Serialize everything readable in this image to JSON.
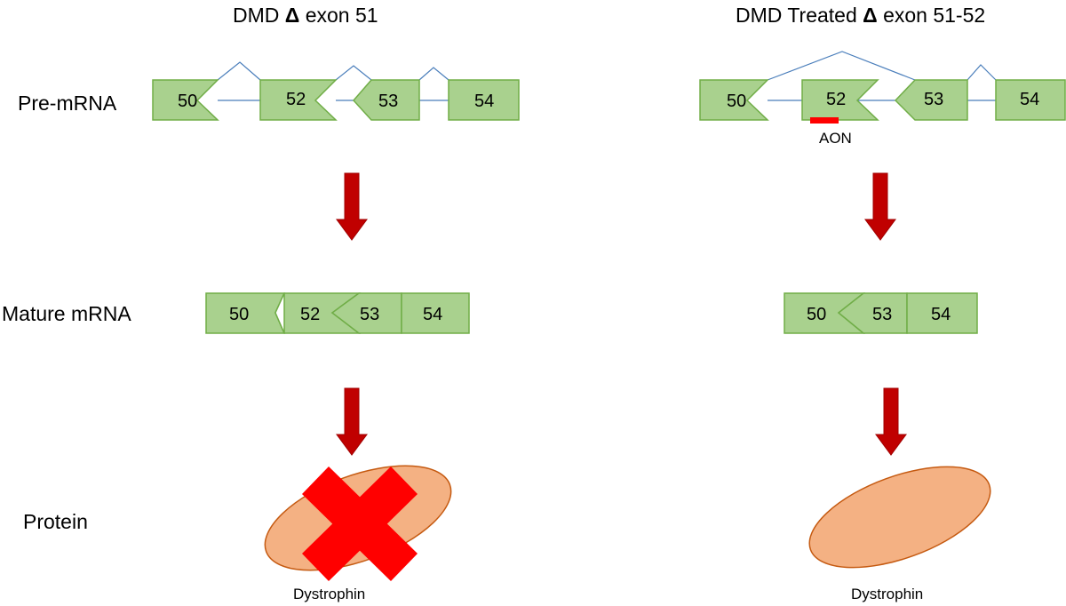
{
  "titles": {
    "left_prefix": "DMD ",
    "left_delta": "Δ",
    "left_suffix": " exon 51",
    "right_prefix": "DMD Treated ",
    "right_delta": "Δ",
    "right_suffix": " exon 51-52"
  },
  "row_labels": {
    "pre_mrna": "Pre-mRNA",
    "mature_mrna": "Mature mRNA",
    "protein": "Protein"
  },
  "left": {
    "pre_exons": [
      "50",
      "52",
      "53",
      "54"
    ],
    "mature_exons": [
      "50",
      "52",
      "53",
      "54"
    ],
    "protein_label": "Dystrophin"
  },
  "right": {
    "pre_exons": [
      "50",
      "52",
      "53",
      "54"
    ],
    "mature_exons": [
      "50",
      "53",
      "54"
    ],
    "aon_label": "AON",
    "protein_label": "Dystrophin"
  },
  "colors": {
    "exon_fill": "#a9d18e",
    "exon_stroke": "#70ad47",
    "arrow": "#c00000",
    "protein_fill": "#f4b183",
    "cross": "#ff0000",
    "splice_line": "#4a7ebb"
  }
}
